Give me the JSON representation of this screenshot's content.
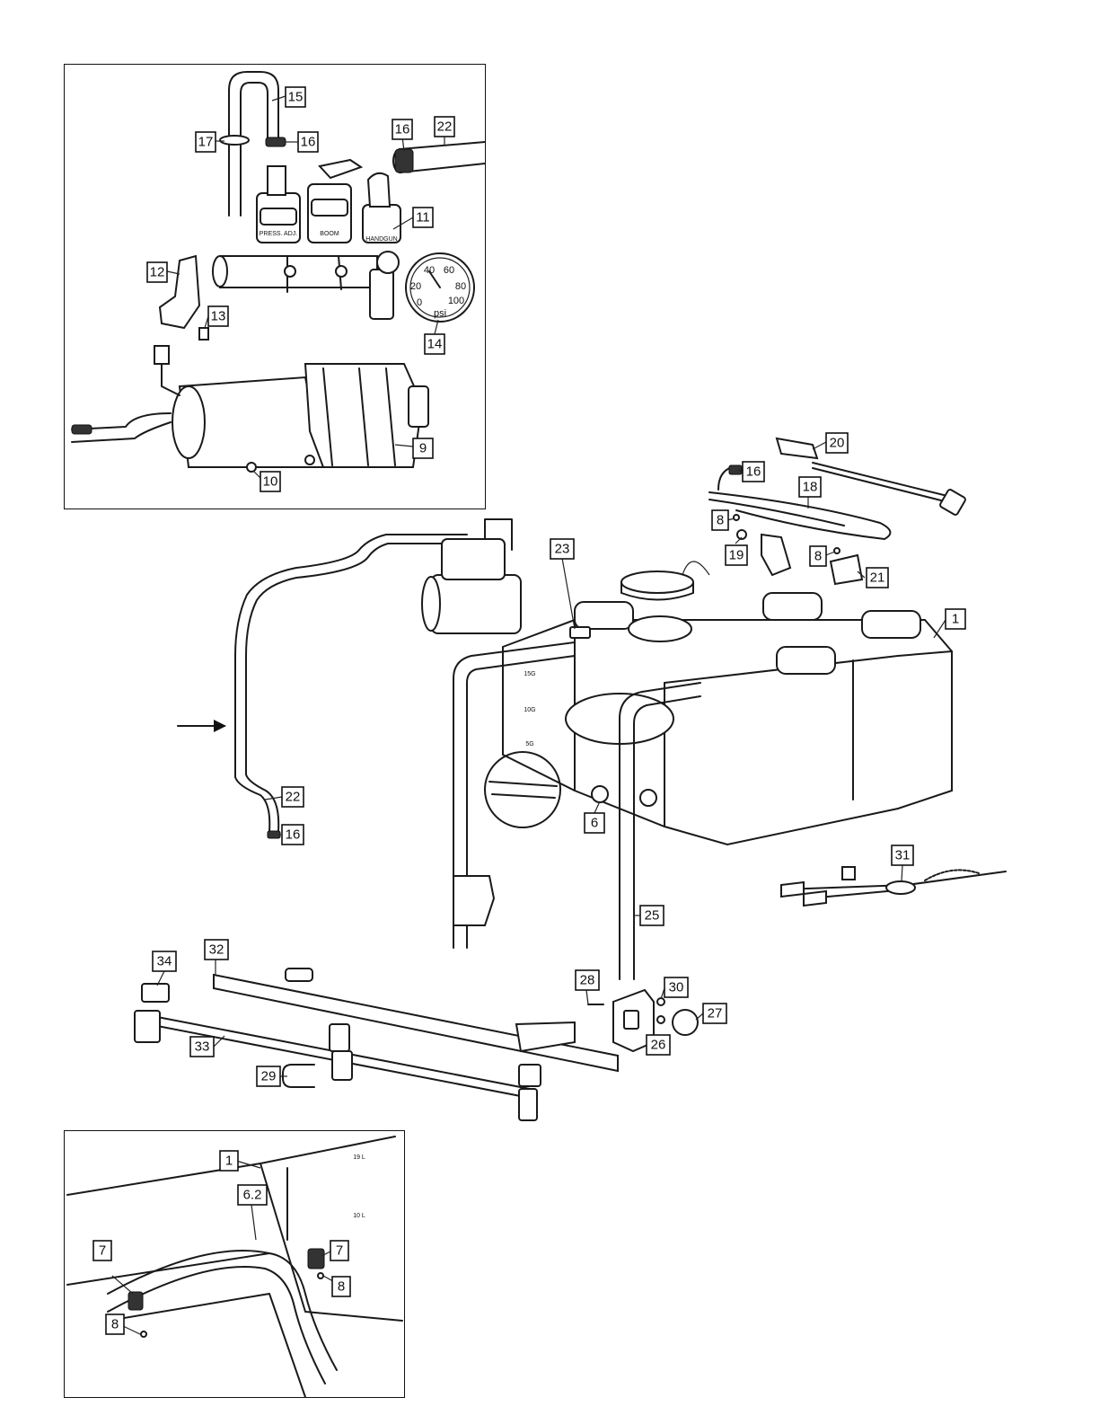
{
  "callouts": {
    "c15": "15",
    "c17": "17",
    "c16a": "16",
    "c16b": "16",
    "c22a": "22",
    "c11": "11",
    "c12": "12",
    "c13": "13",
    "c14": "14",
    "c9": "9",
    "c10": "10",
    "c20": "20",
    "c16c": "16",
    "c18": "18",
    "c8a": "8",
    "c19": "19",
    "c8b": "8",
    "c21": "21",
    "c23": "23",
    "c1": "1",
    "c22b": "22",
    "c16d": "16",
    "c6": "6",
    "c31": "31",
    "c25": "25",
    "c32": "32",
    "c34": "34",
    "c28": "28",
    "c30": "30",
    "c27": "27",
    "c26": "26",
    "c33": "33",
    "c29": "29",
    "c1b": "1",
    "c62": "6.2",
    "c7a": "7",
    "c7b": "7",
    "c8c": "8",
    "c8d": "8"
  },
  "valve_labels": {
    "v1": "PRESS. ADJ.",
    "v2": "BOOM",
    "v3": "HANDGUN"
  },
  "gauge": {
    "t0": "0",
    "t20": "20",
    "t40": "40",
    "t60": "60",
    "t80": "80",
    "t100": "100",
    "unit": "psi"
  },
  "tank_marks": {
    "m1": "15G",
    "m2": "10G",
    "m3": "5G",
    "m4": "19 L",
    "m5": "10 L"
  },
  "icons": [
    "arrow-right-icon"
  ]
}
